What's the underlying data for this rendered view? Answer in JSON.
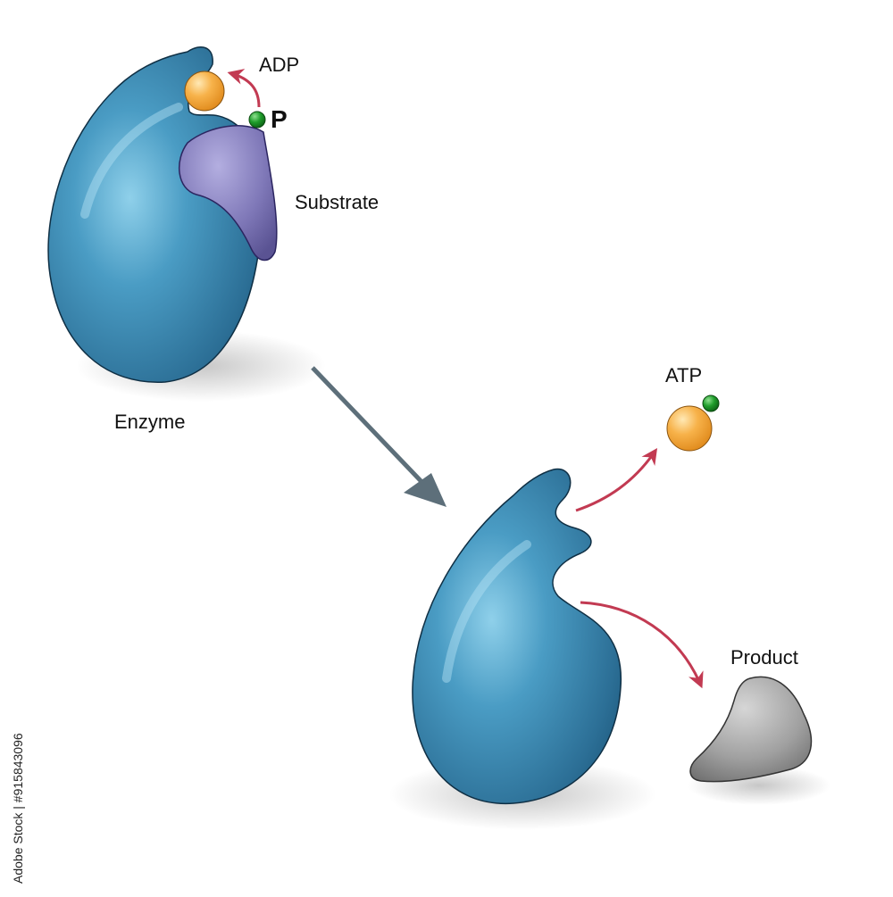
{
  "labels": {
    "adp": "ADP",
    "phosphate": "P",
    "substrate": "Substrate",
    "enzyme": "Enzyme",
    "atp": "ATP",
    "product": "Product"
  },
  "stock_id": "915843096",
  "stock_brand": "Adobe Stock",
  "stock_text": "Adobe Stock | #915843096",
  "colors": {
    "enzyme": "#3a86ad",
    "enzyme_light": "#7cc3df",
    "enzyme_dark": "#1f5f82",
    "substrate": "#7f78b8",
    "adp_atp_ball": "#f6a93b",
    "phosphate_ball": "#1d9a2a",
    "product": "#9a9a9a",
    "reaction_arrow": "#c23a52",
    "process_arrow": "#5d6f7a"
  }
}
